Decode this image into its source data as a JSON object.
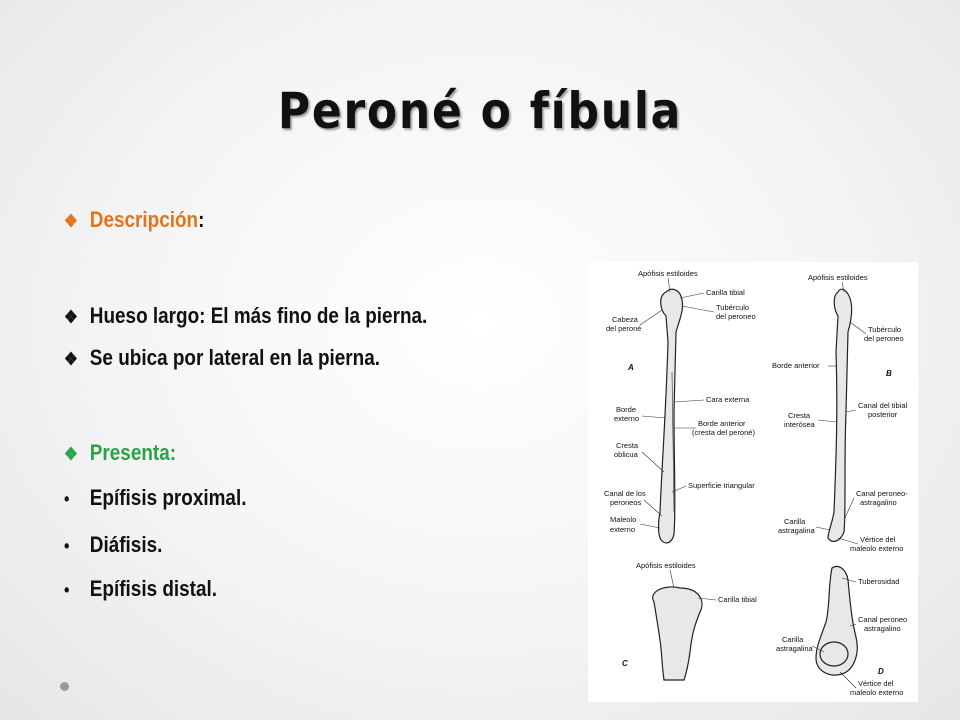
{
  "slide": {
    "title": "Peroné o fíbula",
    "lines": [
      {
        "marker": "❖",
        "text": "Descripción",
        "suffix": ":"
      },
      {
        "marker": "❖",
        "text": "Hueso largo: El más  fino de la pierna."
      },
      {
        "marker": "❖",
        "text": "Se ubica por lateral en la pierna."
      },
      {
        "marker": "❖",
        "text": "Presenta:"
      },
      {
        "marker": "•",
        "text": "Epífisis proximal."
      },
      {
        "marker": "•",
        "text": "Diáfisis."
      },
      {
        "marker": "•",
        "text": "Epífisis distal."
      }
    ],
    "colors": {
      "heading_orange": "#e2741d",
      "heading_green": "#2aa24a",
      "text": "#111111"
    }
  },
  "figure": {
    "panels": [
      "A",
      "B",
      "C",
      "D"
    ],
    "labels_a": [
      "Apófisis estiloides",
      "Carilla tibial",
      "Tubérculo",
      "del peroneo",
      "Cabeza",
      "del peroné",
      "Cara externa",
      "Borde",
      "externo",
      "Borde anterior",
      "(cresta del peroné)",
      "Cresta",
      "oblicua",
      "Superficie triangular",
      "Canal de los",
      "peroneos",
      "Maleolo",
      "externo"
    ],
    "labels_b": [
      "Apófisis estiloides",
      "Tubérculo",
      "del peroneo",
      "Borde anterior",
      "Cresta",
      "interósea",
      "Canal del tibial",
      "posterior",
      "Canal peroneo-",
      "astragalino",
      "Carilla",
      "astragalina",
      "Vértice del",
      "maleolo externo"
    ],
    "labels_c": [
      "Apófisis estiloides",
      "Carilla tibial"
    ],
    "labels_d": [
      "Tuberosidad",
      "Canal peroneo",
      "astragalino",
      "Carilla",
      "astragalina",
      "Vértice del",
      "maleolo externo"
    ]
  }
}
